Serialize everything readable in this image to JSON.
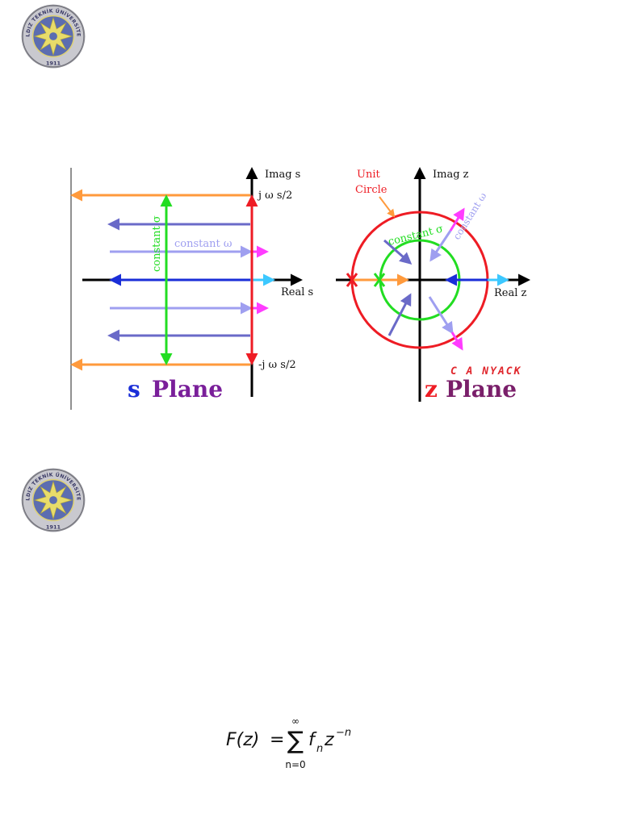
{
  "logo": {
    "arc_text": "YILDIZ TEKNİK ÜNİVERSİTESİ",
    "year": "1911"
  },
  "diagram": {
    "s_plane": {
      "imag_axis": "Imag s",
      "real_axis": "Real s",
      "top_label": "j ω s/2",
      "bottom_label": "-j ω s/2",
      "constant_sigma": "constant σ",
      "constant_omega": "constant ω",
      "title_s": "s",
      "title_plane": "Plane"
    },
    "z_plane": {
      "imag_axis": "Imag z",
      "real_axis": "Real z",
      "unit_circle_line1": "Unit",
      "unit_circle_line2": "Circle",
      "constant_sigma": "constant σ",
      "constant_omega": "constant ω",
      "title_z": "z",
      "title_plane": "Plane",
      "credit": "C A NYACK"
    },
    "colors": {
      "orange": "#ff9a3c",
      "dark_blue_violet": "#6a6ac8",
      "light_violet": "#9f9ff0",
      "magenta": "#ff3cff",
      "blue": "#1a2ed8",
      "cyan": "#3cc8ff",
      "red": "#ee1c24",
      "green": "#22dd22"
    }
  },
  "formula": {
    "lhs": "F(z)",
    "equals": "=",
    "sum_upper": "∞",
    "sum_symbol": "∑",
    "sum_lower": "n=0",
    "term_f": "f",
    "term_f_sub": "n",
    "term_z": "z",
    "term_z_sup": "−n"
  }
}
